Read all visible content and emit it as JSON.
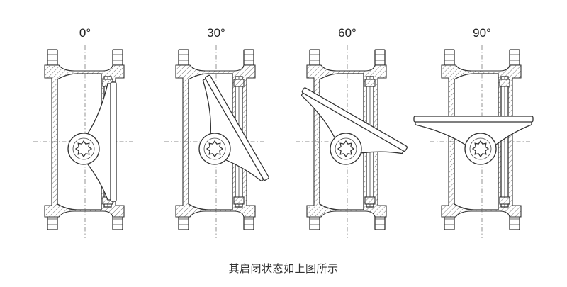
{
  "figure": {
    "panels": [
      {
        "angle_label": "0°",
        "disc_angle": 0
      },
      {
        "angle_label": "30°",
        "disc_angle": 30
      },
      {
        "angle_label": "60°",
        "disc_angle": 60
      },
      {
        "angle_label": "90°",
        "disc_angle": 90
      }
    ],
    "caption": "其启闭状态如上图所示"
  },
  "colors": {
    "line": "#333333",
    "background": "#ffffff"
  }
}
